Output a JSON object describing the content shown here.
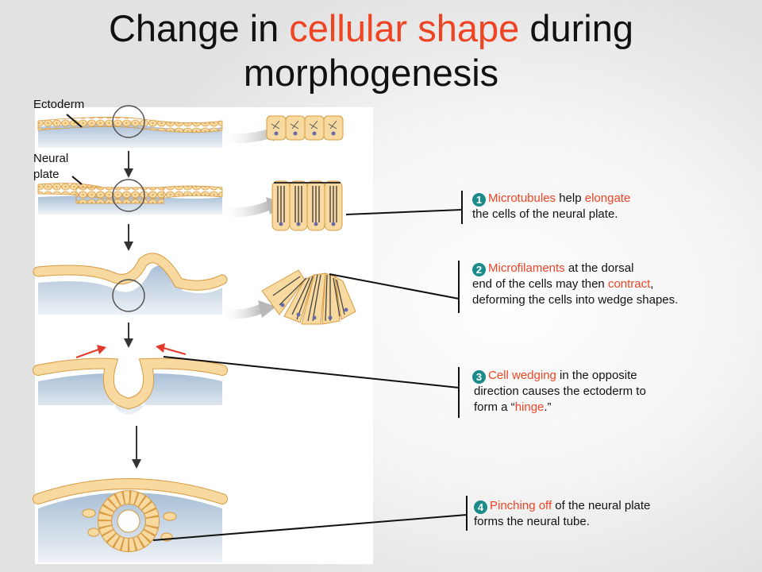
{
  "title": {
    "part1": "Change in ",
    "accent": "cellular shape",
    "part2": " during",
    "line2": "morphogenesis"
  },
  "labels": {
    "ectoderm": "Ectoderm",
    "neural_plate_1": "Neural",
    "neural_plate_2": "plate"
  },
  "steps": [
    {
      "num": "1",
      "line1_red": "Microtubules",
      "line1_a": " help ",
      "line1_red2": "elongate",
      "line2": "the cells of the neural plate."
    },
    {
      "num": "2",
      "line1_red": "Microfilaments",
      "line1_a": " at the dorsal",
      "line2_a": "end of the cells may then ",
      "line2_red": "contract",
      "line2_b": ",",
      "line3": "deforming the cells into wedge shapes."
    },
    {
      "num": "3",
      "line1_red": "Cell wedging",
      "line1_a": " in the opposite",
      "line2": "direction causes the ectoderm to",
      "line3_a": "form a “",
      "line3_red": "hinge",
      "line3_b": ".”"
    },
    {
      "num": "4",
      "line1_red": "Pinching off",
      "line1_a": " of the neural plate",
      "line2": "forms the neural tube."
    }
  ],
  "colors": {
    "accent": "#ee4423",
    "badge": "#1a8a8a",
    "cell_fill": "#f8d9a0",
    "cell_stroke": "#d89a40",
    "tissue": "#c8d6e4"
  }
}
